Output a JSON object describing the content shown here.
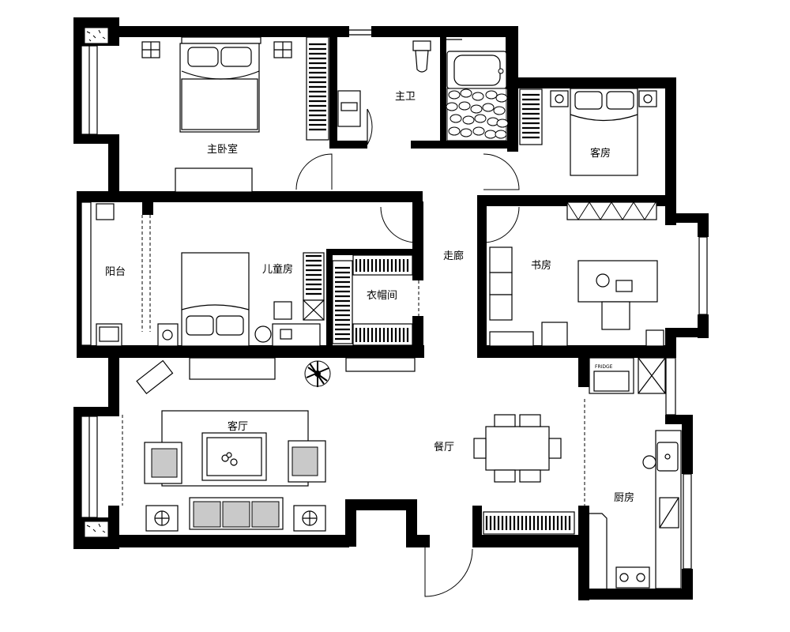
{
  "floor_plan": {
    "rooms": {
      "master_bedroom": "主卧室",
      "master_bath": "主卫",
      "guest_room": "客房",
      "balcony": "阳台",
      "kids_room": "儿童房",
      "walk_in_closet": "衣帽间",
      "corridor": "走廊",
      "study": "书房",
      "living_room": "客厅",
      "dining_room": "餐厅",
      "kitchen": "厨房"
    },
    "fridge_label": "FRIDGE"
  }
}
